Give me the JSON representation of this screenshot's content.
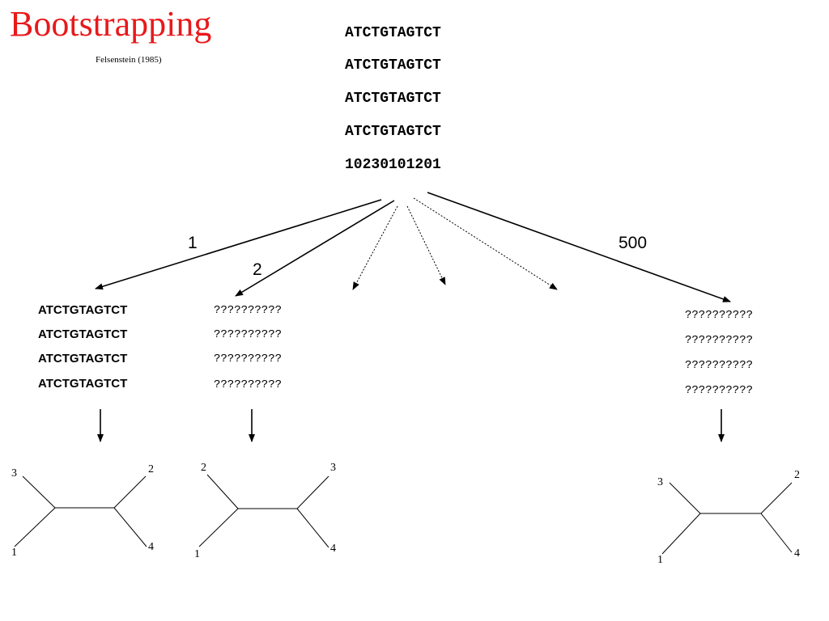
{
  "header": {
    "title": "Bootstrapping",
    "citation": "Felsenstein (1985)"
  },
  "original_alignment": {
    "sequences": [
      "ATCTGTAGTCT",
      "ATCTGTAGTCT",
      "ATCTGTAGTCT",
      "ATCTGTAGTCT"
    ],
    "site_counts": "10230101201"
  },
  "replicate_labels": {
    "first": "1",
    "second": "2",
    "last": "500"
  },
  "replicate_1": {
    "sequences": [
      "ATCTGTAGTCT",
      "ATCTGTAGTCT",
      "ATCTGTAGTCT",
      "ATCTGTAGTCT"
    ]
  },
  "replicate_2": {
    "sequences": [
      "??????????",
      "??????????",
      "??????????",
      "??????????"
    ]
  },
  "replicate_500": {
    "sequences": [
      "??????????",
      "??????????",
      "??????????",
      "??????????"
    ]
  },
  "tree_1": {
    "tips": {
      "top_left": "3",
      "top_right": "2",
      "bottom_left": "1",
      "bottom_right": "4"
    }
  },
  "tree_2": {
    "tips": {
      "top_left": "2",
      "top_right": "3",
      "bottom_left": "1",
      "bottom_right": "4"
    }
  },
  "tree_500": {
    "tips": {
      "top_left": "3",
      "top_right": "2",
      "bottom_left": "1",
      "bottom_right": "4"
    }
  }
}
